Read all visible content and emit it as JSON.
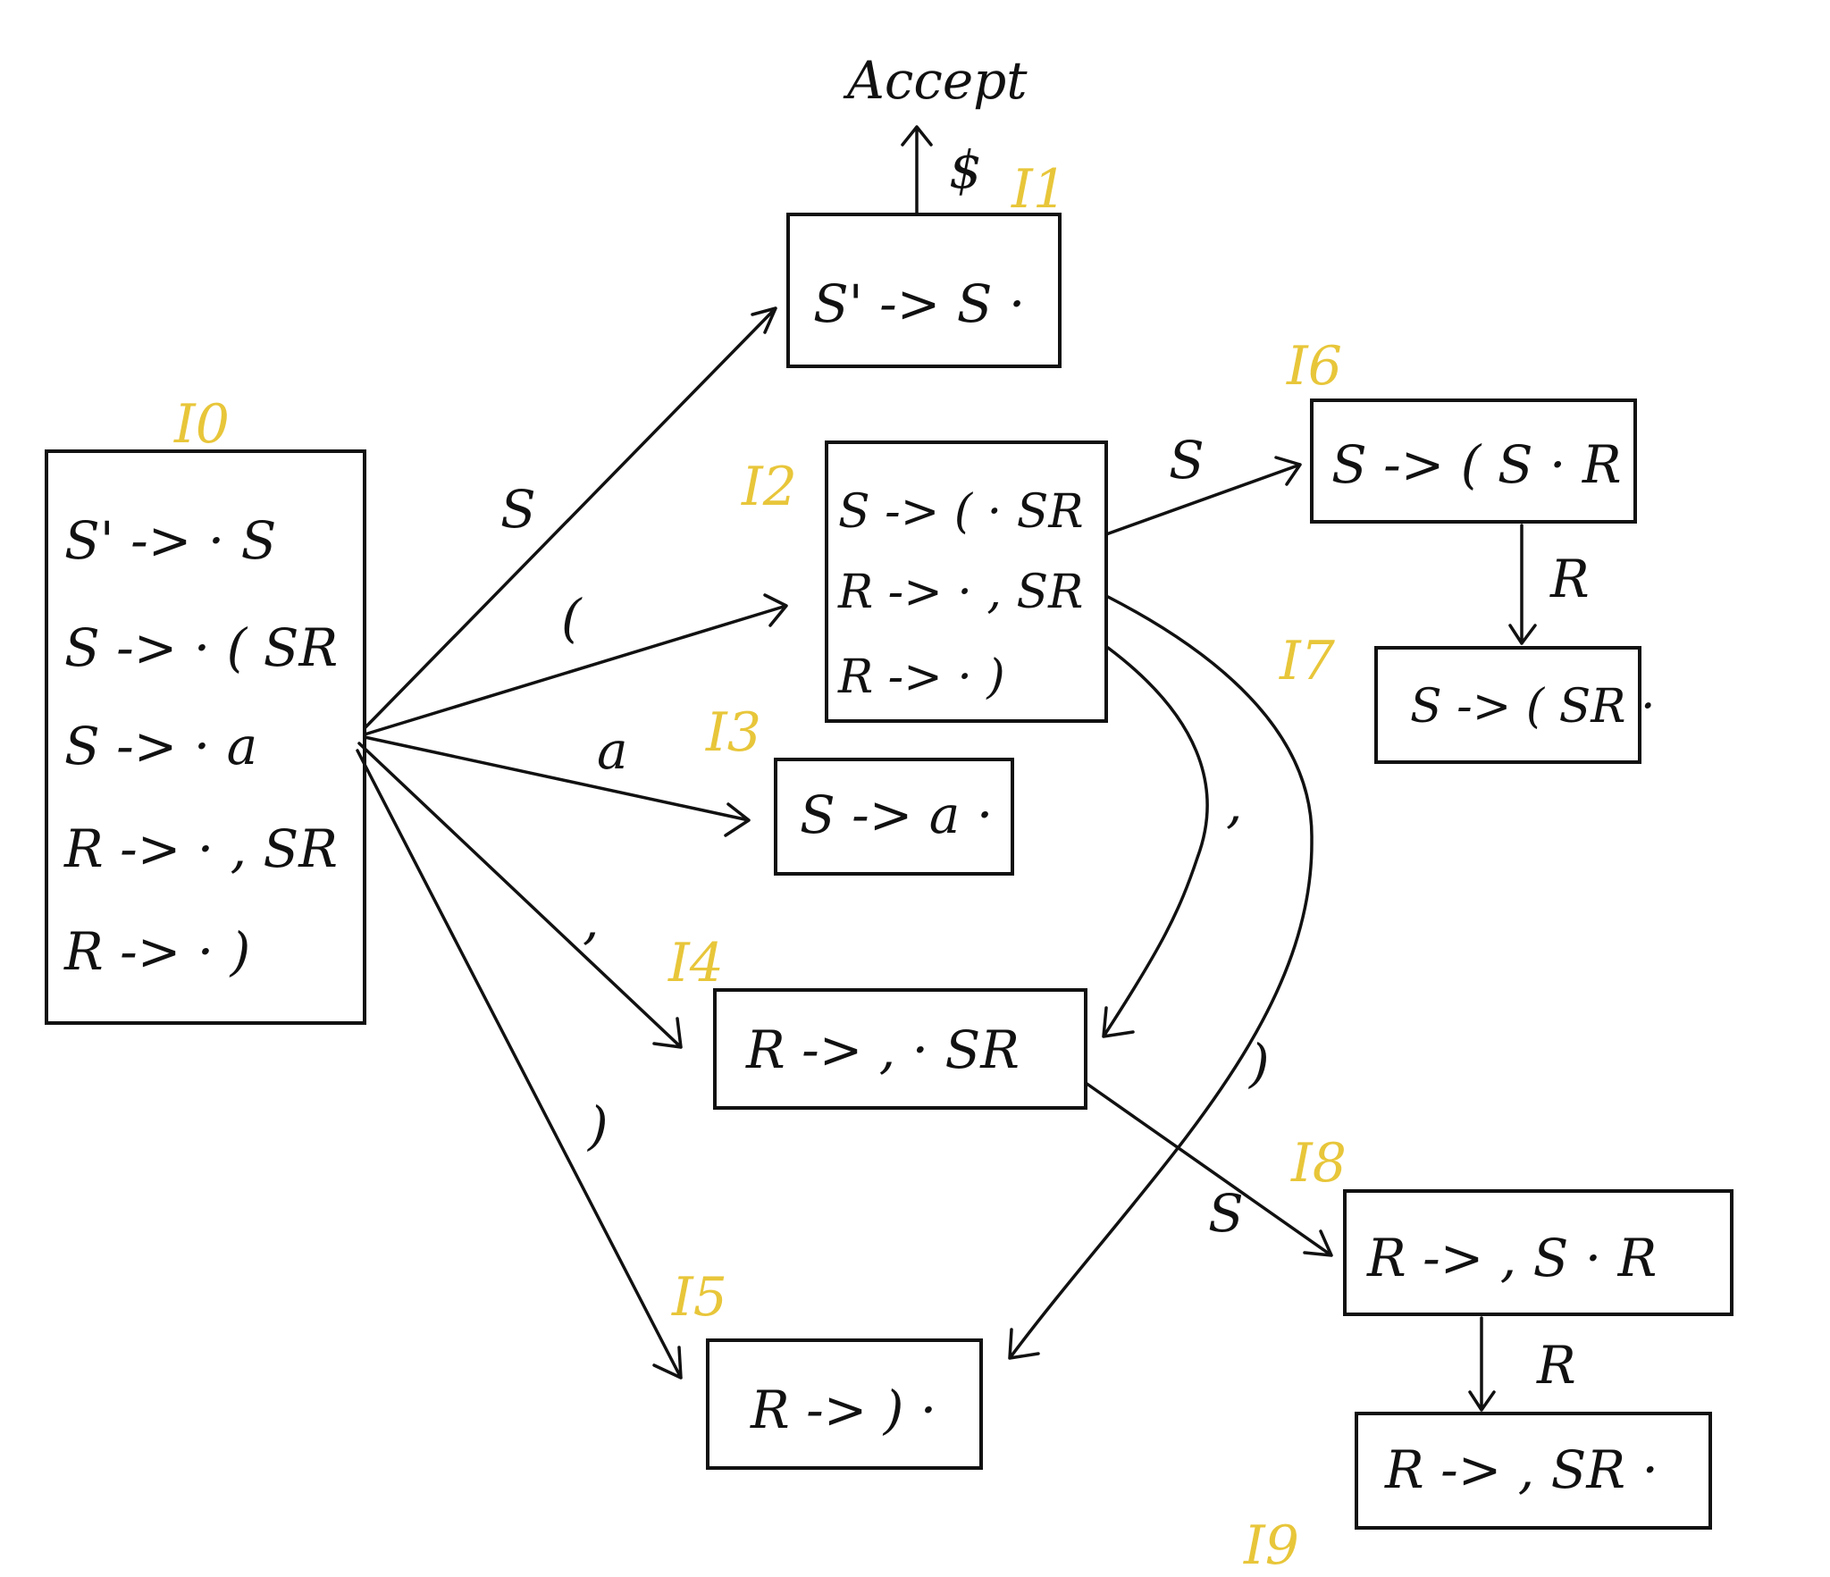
{
  "accept": {
    "label": "Accept",
    "symbol": "$"
  },
  "states": [
    {
      "id": "I0",
      "items": [
        "S' -> · S",
        "S -> · ( SR",
        "S -> · a",
        "R -> · , SR",
        "R -> · )"
      ]
    },
    {
      "id": "I1",
      "items": [
        "S' -> S ·"
      ]
    },
    {
      "id": "I2",
      "items": [
        "S -> ( · SR",
        "R -> · , SR",
        "R -> · )"
      ]
    },
    {
      "id": "I3",
      "items": [
        "S -> a ·"
      ]
    },
    {
      "id": "I4",
      "items": [
        "R -> , · SR"
      ]
    },
    {
      "id": "I5",
      "items": [
        "R -> ) ·"
      ]
    },
    {
      "id": "I6",
      "items": [
        "S -> ( S · R"
      ]
    },
    {
      "id": "I7",
      "items": [
        "S -> ( SR ·"
      ]
    },
    {
      "id": "I8",
      "items": [
        "R -> , S · R"
      ]
    },
    {
      "id": "I9",
      "items": [
        "R -> , SR ·"
      ]
    }
  ],
  "transitions": [
    {
      "from": "I0",
      "to": "I1",
      "symbol": "S"
    },
    {
      "from": "I0",
      "to": "I2",
      "symbol": "("
    },
    {
      "from": "I0",
      "to": "I3",
      "symbol": "a"
    },
    {
      "from": "I0",
      "to": "I4",
      "symbol": ","
    },
    {
      "from": "I0",
      "to": "I5",
      "symbol": ")"
    },
    {
      "from": "I2",
      "to": "I6",
      "symbol": "S"
    },
    {
      "from": "I2",
      "to": "I4",
      "symbol": ","
    },
    {
      "from": "I2",
      "to": "I5",
      "symbol": ")"
    },
    {
      "from": "I4",
      "to": "I8",
      "symbol": "S"
    },
    {
      "from": "I6",
      "to": "I7",
      "symbol": "R"
    },
    {
      "from": "I8",
      "to": "I9",
      "symbol": "R"
    },
    {
      "from": "I1",
      "to": "accept",
      "symbol": "$"
    }
  ],
  "colors": {
    "ink": "#111111",
    "state_label": "#e8c63a",
    "background": "#ffffff"
  }
}
